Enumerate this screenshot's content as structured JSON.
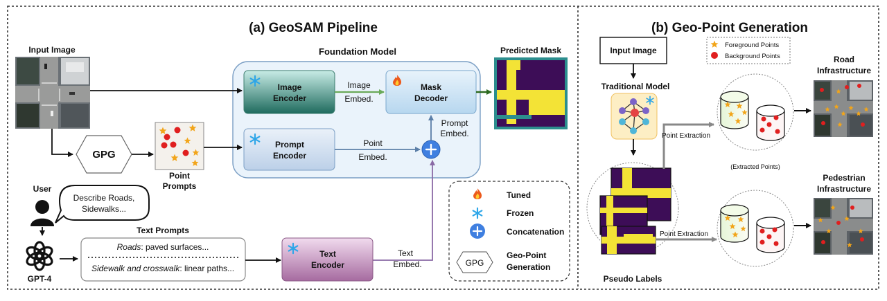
{
  "panel_a": {
    "title": "(a) GeoSAM Pipeline",
    "input_image_label": "Input Image",
    "foundation_model_label": "Foundation Model",
    "predicted_mask_label": "Predicted Mask",
    "image_encoder": [
      "Image",
      "Encoder"
    ],
    "mask_decoder": [
      "Mask",
      "Decoder"
    ],
    "prompt_encoder": [
      "Prompt",
      "Encoder"
    ],
    "text_encoder": [
      "Text",
      "Encoder"
    ],
    "image_embed": [
      "Image",
      "Embed."
    ],
    "point_embed": [
      "Point",
      "Embed."
    ],
    "prompt_embed": [
      "Prompt",
      "Embed."
    ],
    "text_embed": [
      "Text",
      "Embed."
    ],
    "gpg": "GPG",
    "point_prompts": [
      "Point",
      "Prompts"
    ],
    "user_label": "User",
    "speech_bubble": [
      "Describe Roads,",
      "Sidewalks..."
    ],
    "gpt_label": "GPT-4",
    "text_prompts_label": "Text Prompts",
    "text_prompt_1": {
      "italic": "Roads",
      "rest": ": paved surfaces..."
    },
    "text_prompt_2": {
      "italic": "Sidewalk and crosswalk",
      "rest": ": linear paths..."
    }
  },
  "legend": {
    "tuned": "Tuned",
    "frozen": "Frozen",
    "concatenation": "Concatenation",
    "gpg_symbol": "GPG",
    "gpg_desc": [
      "Geo-Point",
      "Generation"
    ]
  },
  "panel_b": {
    "title": "(b) Geo-Point Generation",
    "input_image": "Input Image",
    "traditional_model": "Traditional Model",
    "foreground_points": "Foreground Points",
    "background_points": "Background Points",
    "road_infrastructure": [
      "Road",
      "Infrastructure"
    ],
    "pedestrian_infrastructure": [
      "Pedestrian",
      "Infrastructure"
    ],
    "point_extraction_1": "Point Extraction",
    "point_extraction_2": "Point Extraction",
    "extracted_points": "(Extracted Points)",
    "pseudo_labels": "Pseudo Labels"
  },
  "colors": {
    "foreground_star": "#f2a51a",
    "background_dot": "#e01f1f",
    "mask_yellow": "#f3e336",
    "mask_purple": "#3d0d57",
    "mask_teal": "#2c8e8e",
    "frozen_blue": "#2ea6e8",
    "concat_blue": "#3f7fe0"
  }
}
